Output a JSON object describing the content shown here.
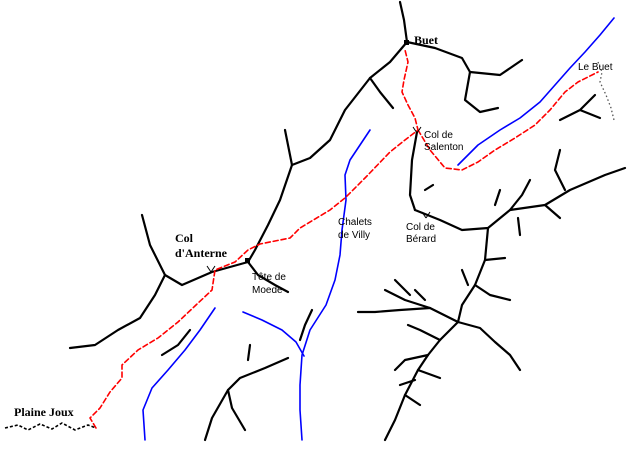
{
  "labels": {
    "buet": "Buet",
    "le_buet": "Le Buet",
    "col_salenton_1": "Col de",
    "col_salenton_2": "Salenton",
    "chalets_1": "Chalets",
    "chalets_2": "de Villy",
    "col_berard_1": "Col de",
    "col_berard_2": "Bérard",
    "col_anterne_1": "Col",
    "col_anterne_2": "d'Anterne",
    "tete_moede_1": "Tête de",
    "tete_moede_2": "Moede",
    "plaine_joux": "Plaine Joux"
  },
  "colors": {
    "route": "#ff0000",
    "river": "#0000ff",
    "ridge": "#000000",
    "border": "#555555"
  }
}
